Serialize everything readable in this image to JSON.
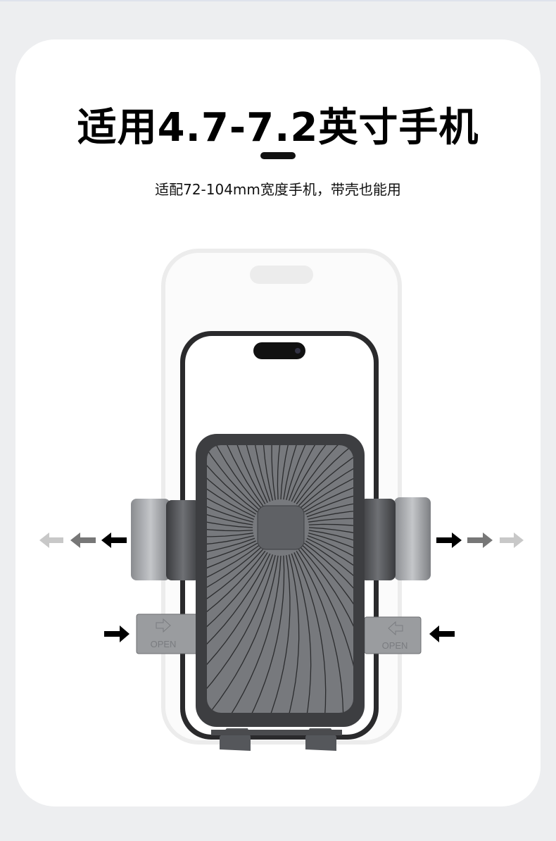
{
  "header": {
    "title": "适用4.7-7.2英寸手机",
    "subtitle": "适配72-104mm宽度手机，带壳也能用"
  },
  "product": {
    "left_clamp_label": "OPEN",
    "right_clamp_label": "OPEN"
  },
  "colors": {
    "background": "#edeef0",
    "card": "#ffffff",
    "text": "#000000",
    "holder": "#5c5e62"
  }
}
